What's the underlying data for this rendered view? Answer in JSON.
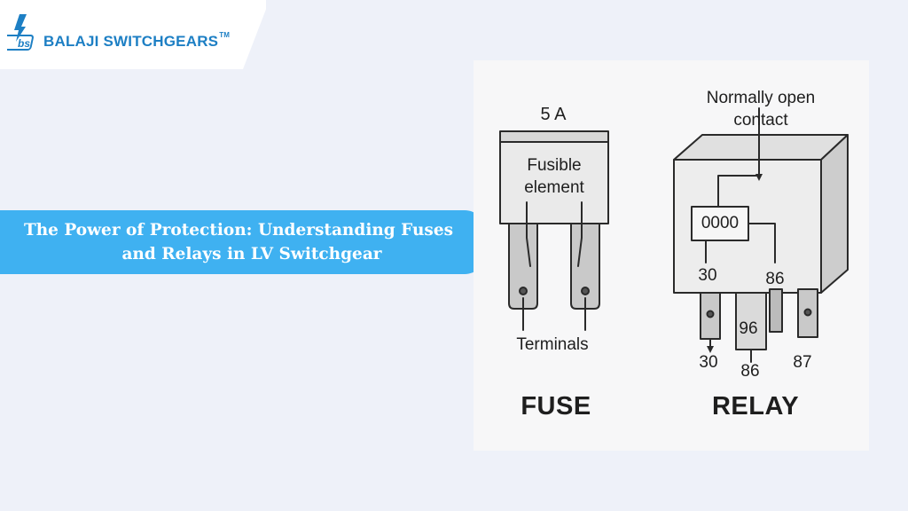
{
  "brand": {
    "name": "BALAJI SWITCHGEARS",
    "trademark": "TM",
    "logo_icon": "lightning-bs-logo-icon",
    "accent_color": "#1d7fc4"
  },
  "title": {
    "line1": "The Power of Protection: Understanding Fuses",
    "line2": "and Relays in LV Switchgear",
    "banner_color": "#3fb1f1"
  },
  "fuse": {
    "rating": "5 A",
    "element_label_line1": "Fusible",
    "element_label_line2": "element",
    "terminals_label": "Terminals",
    "caption": "FUSE"
  },
  "relay": {
    "contact_label_line1": "Normally open",
    "contact_label_line2": "contact",
    "coil_label": "0000",
    "pin_label_left": "30",
    "pin_label_right": "86",
    "bottom_pin_30": "30",
    "bottom_pin_86": "86",
    "bottom_pin_87": "87",
    "center_pin": "96",
    "caption": "RELAY"
  }
}
